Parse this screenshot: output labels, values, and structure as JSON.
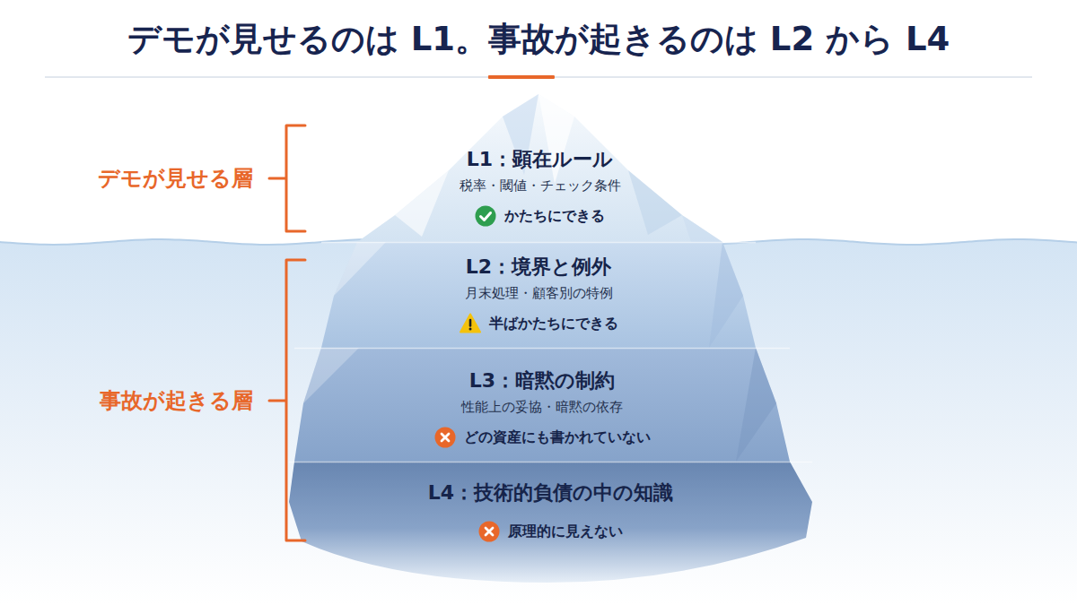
{
  "diagram": {
    "title": "デモが見せるのは L1。事故が起きるのは L2 から L4",
    "nodes": [
      {
        "text": [
          "L1：顕在ルール",
          "税率・閾値・チェック条件",
          "かたちにできる"
        ]
      },
      {
        "text": [
          "L2：境界と例外",
          "月末処理・顧客別の特例",
          "半ばかたちにできる"
        ]
      },
      {
        "text": [
          "L3：暗黙の制約",
          "性能上の妥協・暗黙の依存",
          "どの資産にも書かれていない"
        ]
      },
      {
        "text": [
          "L4：技術的負債の中の知識",
          "原理的に見えない"
        ]
      }
    ],
    "labels": [
      "デモが見せる層",
      "事故が起きる層"
    ]
  }
}
